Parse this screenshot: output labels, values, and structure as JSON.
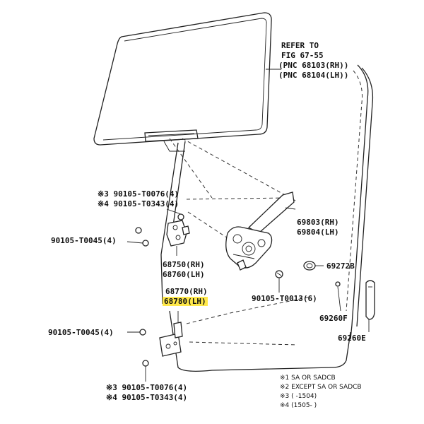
{
  "refer": {
    "line1": "REFER TO",
    "line2": "FIG 67-55",
    "line3": "(PNC 68103(RH))",
    "line4": "(PNC 68104(LH))"
  },
  "parts": {
    "p1a": "※3 90105-T0076(4)",
    "p1b": "※4 90105-T0343(4)",
    "p2": "90105-T0045(4)",
    "p3a": "68750(RH)",
    "p3b": "68760(LH)",
    "p4a": "68770(RH)",
    "p4b": "68780(LH)",
    "p5": "90105-T0045(4)",
    "p6a": "※3 90105-T0076(4)",
    "p6b": "※4 90105-T0343(4)",
    "p7a": "69803(RH)",
    "p7b": "69804(LH)",
    "p8": "69272B",
    "p9": "90105-T0013(6)",
    "p10": "69260F",
    "p11": "69260E"
  },
  "notes": {
    "n1": "※1 SA OR SADCB",
    "n2": "※2 EXCEPT SA OR SADCB",
    "n3": "※3 (      -1504)",
    "n4": "※4 (1505-      )"
  },
  "colors": {
    "highlight": "#ffe84a",
    "ink": "#222222"
  }
}
